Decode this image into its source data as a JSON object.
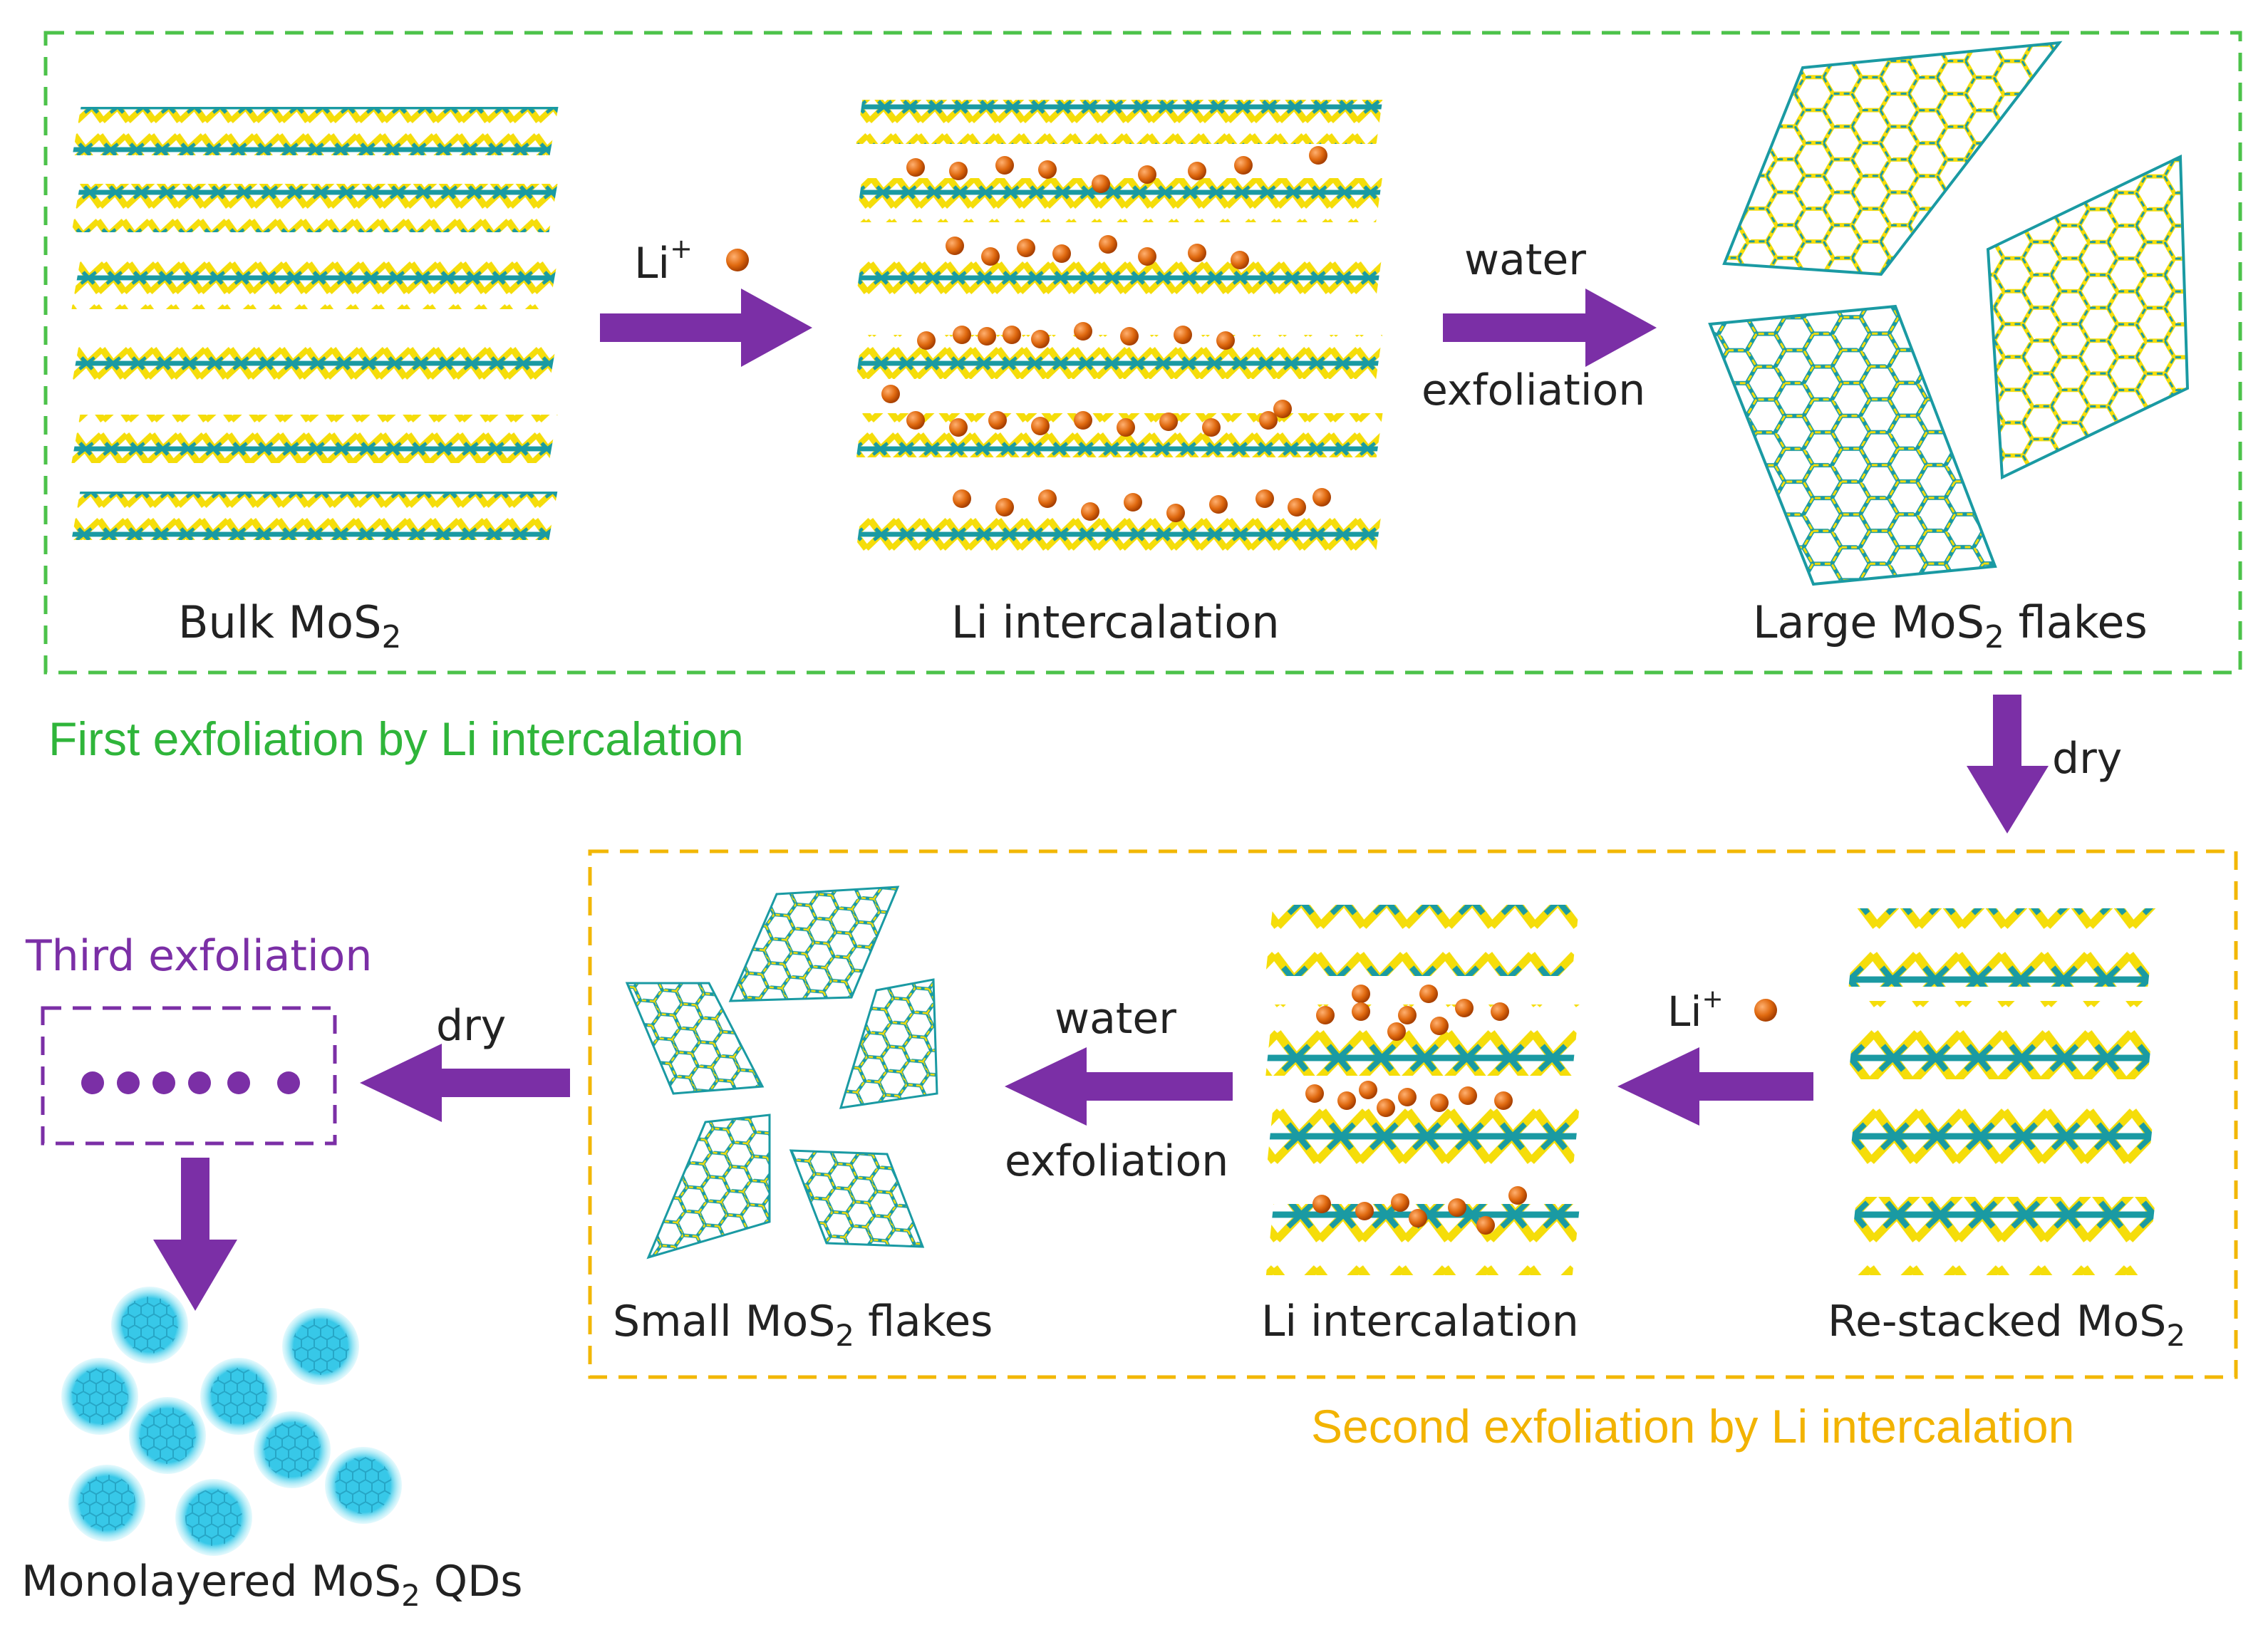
{
  "colors": {
    "green_box": "#4cc24a",
    "green_text": "#2fb53a",
    "yellow_box": "#f2b705",
    "yellow_text": "#f2b300",
    "purple": "#7b2fa6",
    "sulfur": "#f5dd0a",
    "molybdenum": "#1a9aa3",
    "lithium": "#e06a10",
    "quantum_dot": "#37c8e8"
  },
  "top_row": {
    "caption": "First exfoliation by Li intercalation",
    "bulk": {
      "label_pre": "Bulk MoS",
      "label_sub": "2",
      "label_post": ""
    },
    "arrow1": {
      "label": "Li",
      "sup": "+"
    },
    "intercalation": {
      "label": "Li intercalation"
    },
    "arrow2": {
      "line1": "water",
      "line2": "exfoliation"
    },
    "flakes": {
      "label_pre": "Large MoS",
      "label_sub": "2",
      "label_post": " flakes"
    }
  },
  "dry_arrow_right": {
    "label": "dry"
  },
  "bottom_row": {
    "caption": "Second exfoliation by Li intercalation",
    "restacked": {
      "label_pre": "Re-stacked MoS",
      "label_sub": "2",
      "label_post": ""
    },
    "arrow1": {
      "label": "Li",
      "sup": "+"
    },
    "intercalation": {
      "label": "Li intercalation"
    },
    "arrow2": {
      "line1": "water",
      "line2": "exfoliation"
    },
    "flakes": {
      "label_pre": "Small MoS",
      "label_sub": "2",
      "label_post": " flakes"
    }
  },
  "third": {
    "title": "Third exfoliation",
    "dry_label": "dry",
    "qd_label_pre": "Monolayered MoS",
    "qd_label_sub": "2",
    "qd_label_post": " QDs"
  }
}
